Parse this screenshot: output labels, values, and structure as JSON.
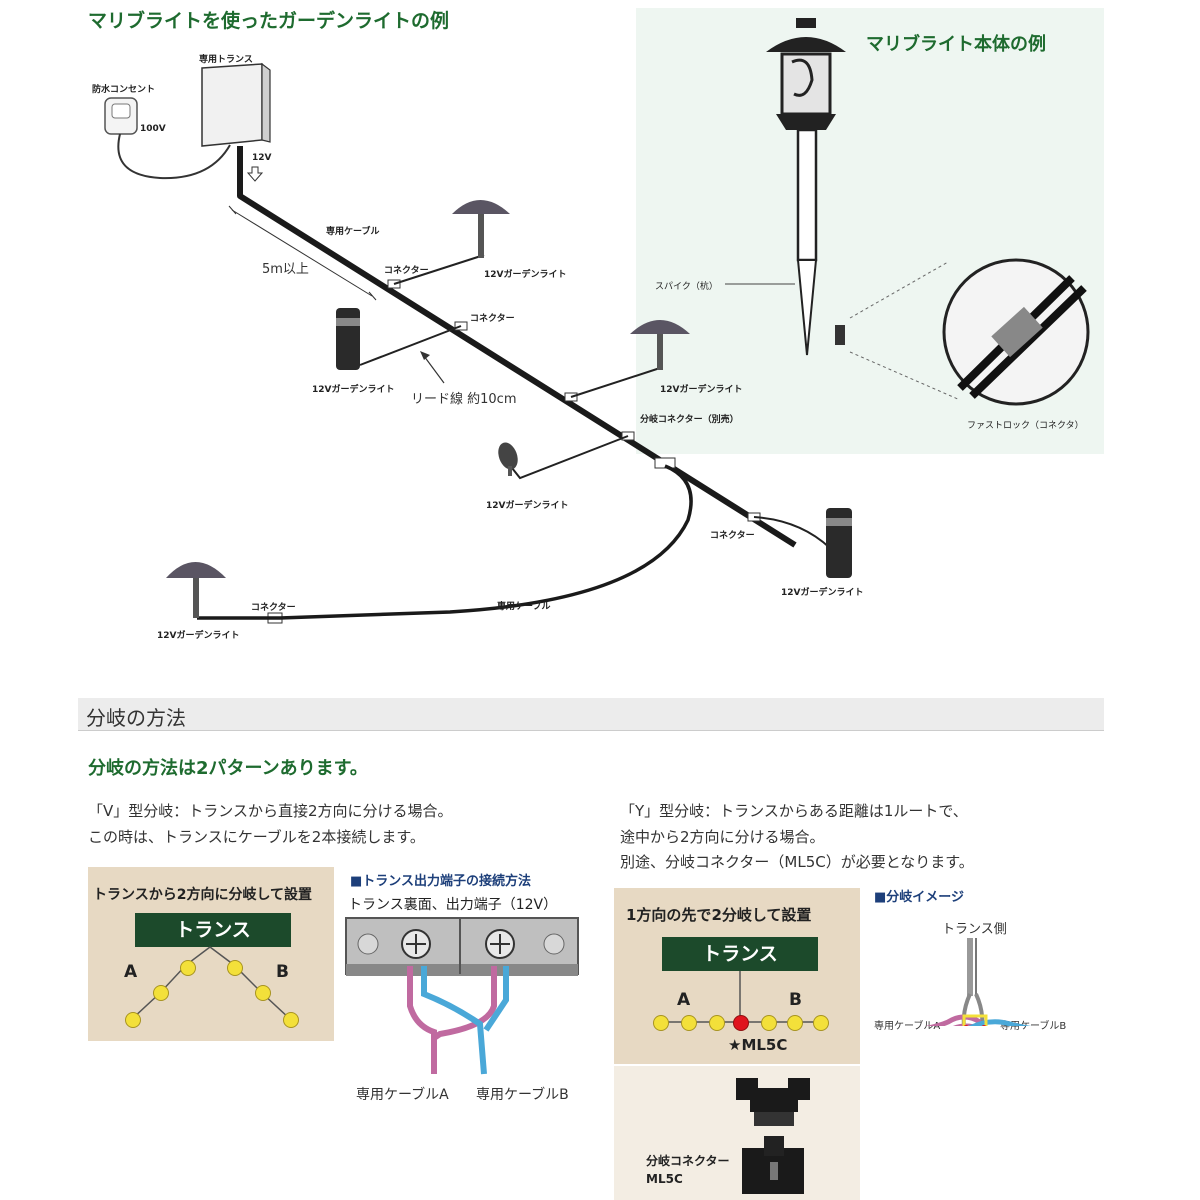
{
  "top": {
    "title": "マリブライトを使ったガーデンライトの例",
    "body_title": "マリブライト本体の例",
    "labels": {
      "outlet": "防水コンセント",
      "v100": "100V",
      "transformer": "専用トランス",
      "v12": "12V",
      "cable1": "専用ケーブル",
      "dist": "5m以上",
      "connector1": "コネクター",
      "light1": "12Vガーデンライト",
      "connector2": "コネクター",
      "light2": "12Vガーデンライト",
      "lead": "リード線 約10cm",
      "light3": "12Vガーデンライト",
      "branch_connector": "分岐コネクター（別売）",
      "light4": "12Vガーデンライト",
      "connector3": "コネクター",
      "light5": "12Vガーデンライト",
      "connector4": "コネクター",
      "cable2": "専用ケーブル",
      "light6": "12Vガーデンライト",
      "spike": "スパイク（杭）",
      "fastlock": "ファストロック（コネクタ）"
    }
  },
  "section": {
    "header": "分岐の方法",
    "subtitle": "分岐の方法は2パターンあります。",
    "v_text_1": "「V」型分岐：トランスから直接2方向に分ける場合。",
    "v_text_2": "この時は、トランスにケーブルを2本接続します。",
    "y_text_1": "「Y」型分岐：トランスからある距離は1ルートで、",
    "y_text_2": "途中から2方向に分ける場合。",
    "y_text_3": "別途、分岐コネクター（ML5C）が必要となります。"
  },
  "v_panel": {
    "title": "トランスから2方向に分岐して設置",
    "box": "トランス",
    "a": "A",
    "b": "B"
  },
  "terminal": {
    "title": "■トランス出力端子の接続方法",
    "caption": "トランス裏面、出力端子（12V）",
    "cable_a": "専用ケーブルA",
    "cable_b": "専用ケーブルB"
  },
  "y_panel": {
    "title": "1方向の先で2分岐して設置",
    "box": "トランス",
    "a": "A",
    "b": "B",
    "star": "★ML5C",
    "connector_line1": "分岐コネクター",
    "connector_line2": "ML5C"
  },
  "branch_image": {
    "title": "■分岐イメージ",
    "side": "トランス側",
    "cable_a": "専用ケーブルA",
    "cable_b": "専用ケーブルB"
  },
  "colors": {
    "green": "#1e6b2f",
    "dark_green_box": "#1c4a2b",
    "beige": "#e7d9c3",
    "yellow_dot": "#f3e03a",
    "red_dot": "#e0141e",
    "cable_pink": "#c06aa0",
    "cable_blue": "#4aa8d8"
  }
}
